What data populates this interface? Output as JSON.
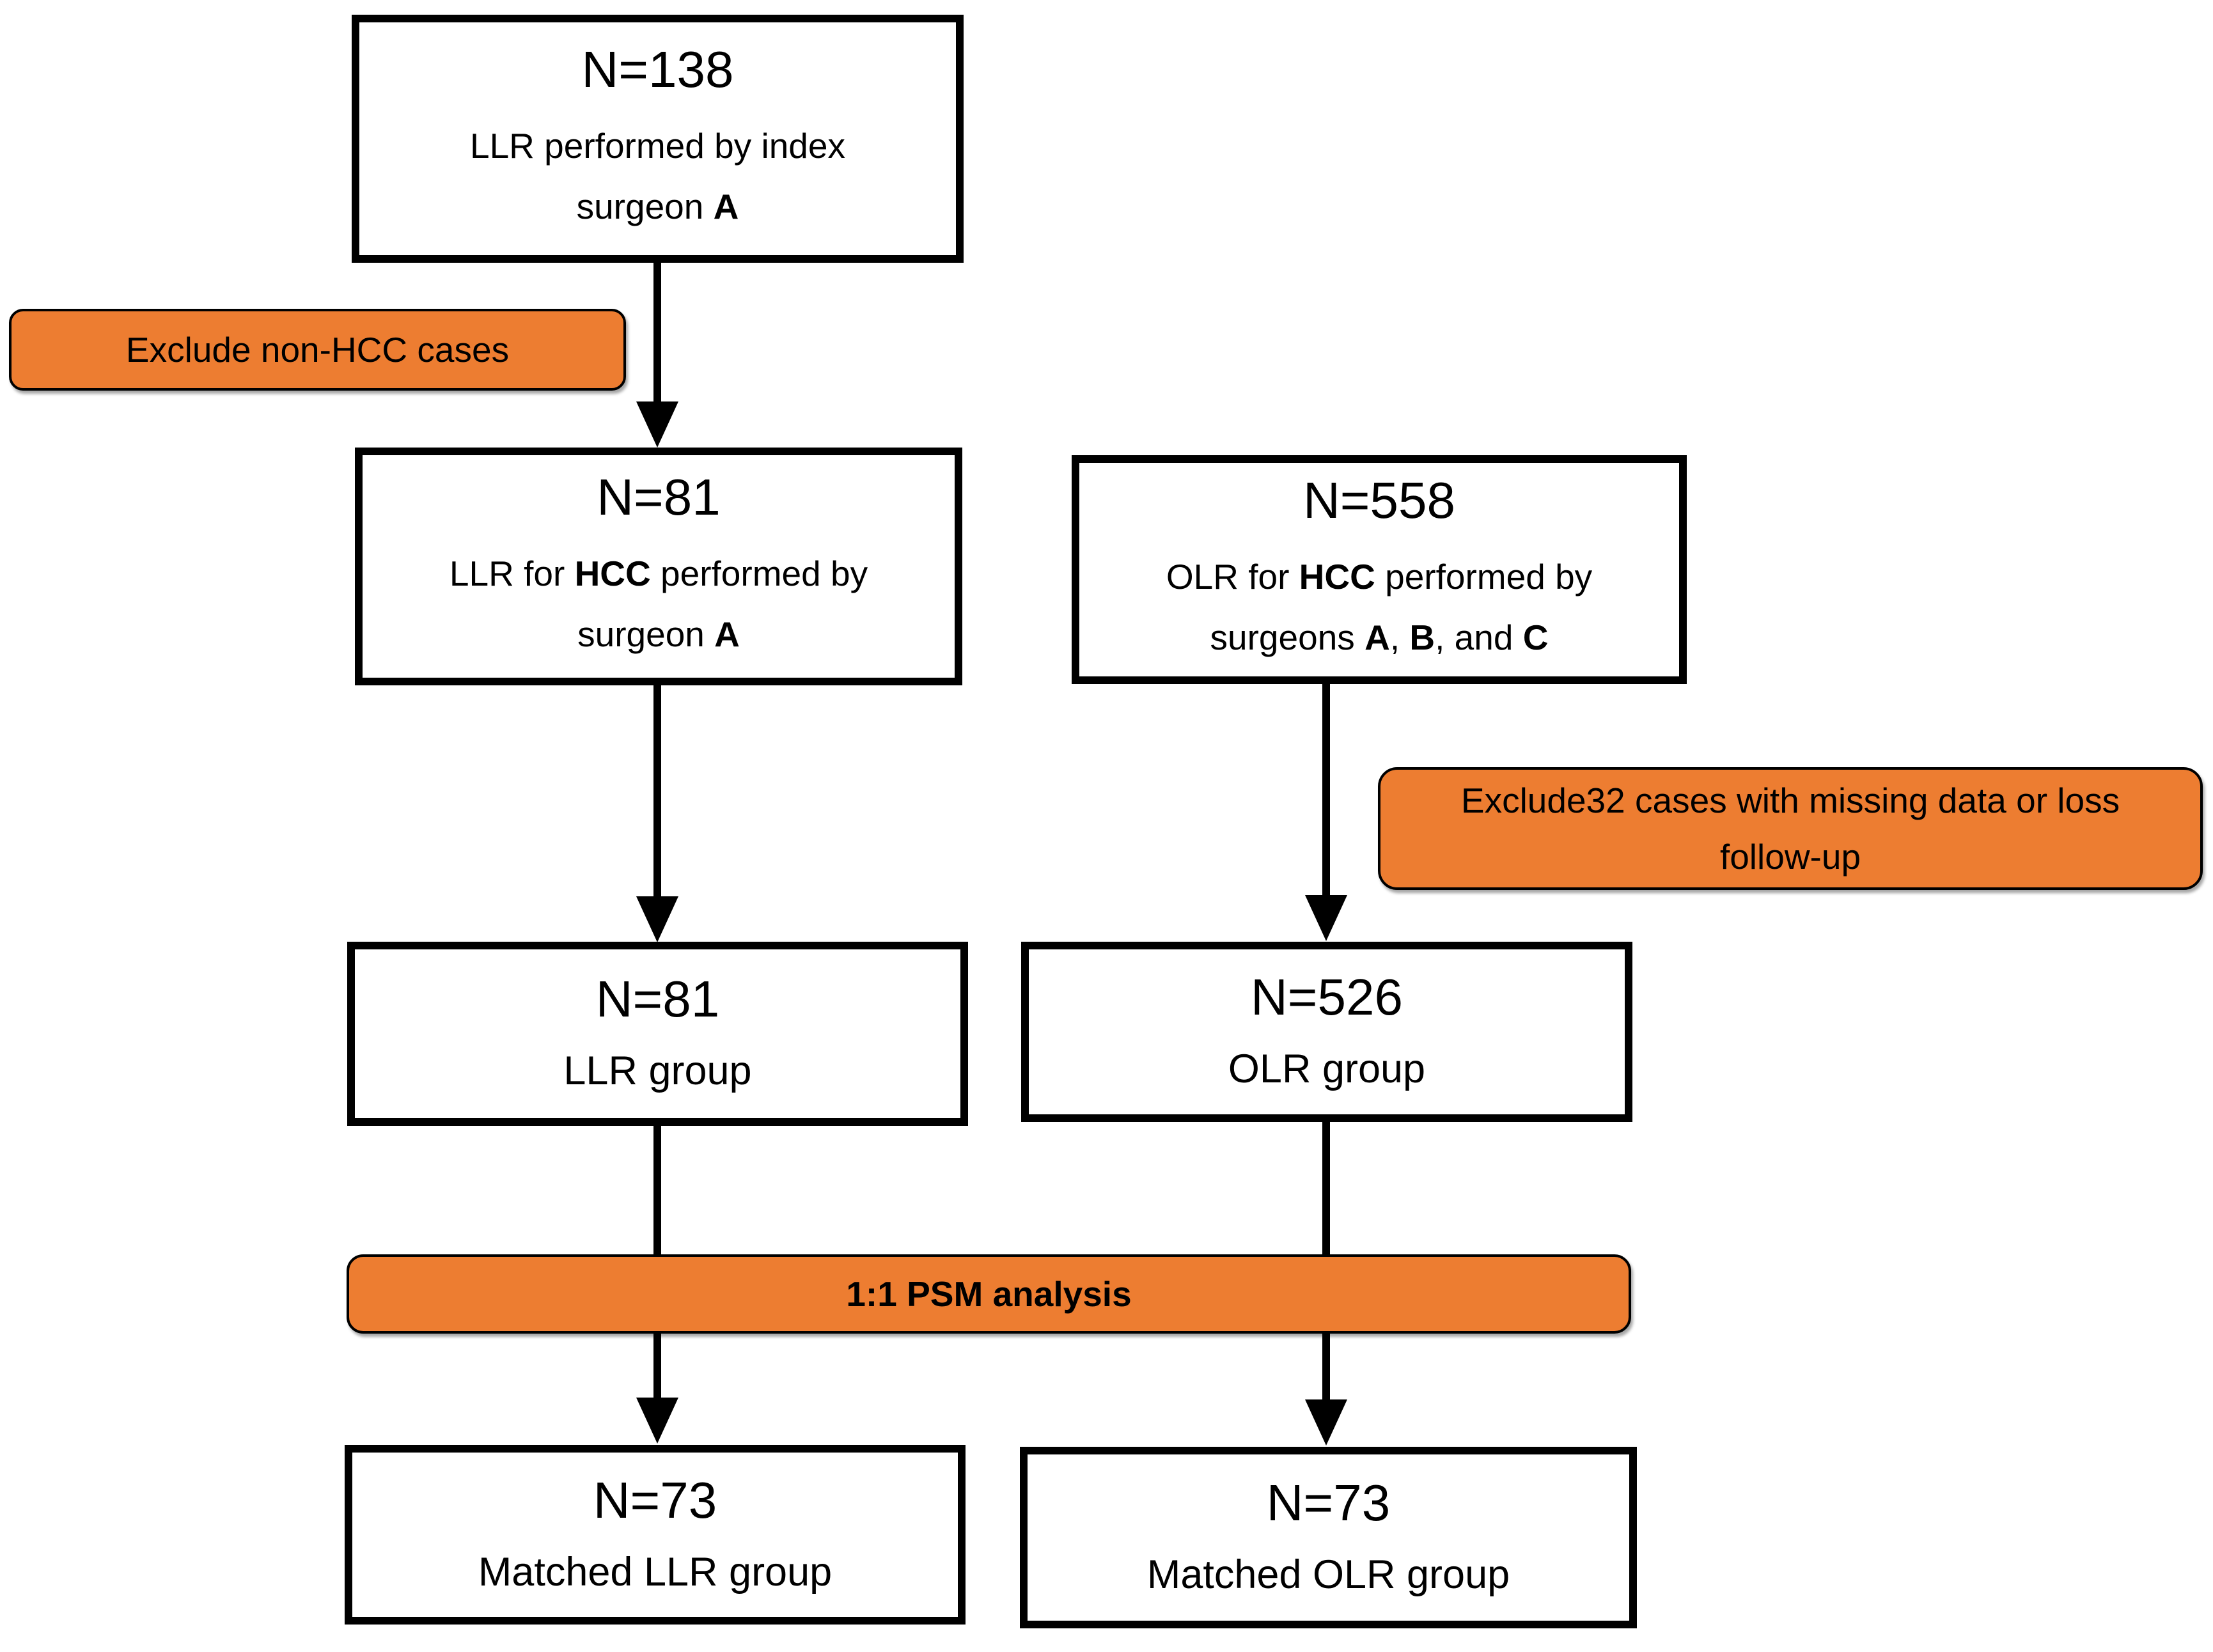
{
  "figure": {
    "kind": "study-selection-flowchart",
    "background": "#ffffff"
  },
  "colors": {
    "accent_orange": "#ED7D31",
    "box_border": "#000000",
    "text": "#000000"
  },
  "nodes": {
    "initial_llr": {
      "n": "N=138",
      "line1": "LLR performed by index",
      "line2_pre": "surgeon ",
      "line2_bold": "A"
    },
    "exclude_non_hcc": {
      "label": "Exclude non-HCC cases"
    },
    "llr_hcc": {
      "n": "N=81",
      "line1_pre": "LLR for ",
      "line1_bold": "HCC",
      "line1_post": " performed by",
      "line2_pre": "surgeon ",
      "line2_bold": "A"
    },
    "olr_hcc": {
      "n": "N=558",
      "line1_pre": "OLR for ",
      "line1_bold": "HCC",
      "line1_post": " performed by",
      "line2_pre": "surgeons ",
      "line2_bold_a": "A",
      "line2_sep1": ", ",
      "line2_bold_b": "B",
      "line2_sep2": ", and ",
      "line2_bold_c": "C"
    },
    "exclude_missing": {
      "line1": "Exclude32 cases with missing data or loss",
      "line2": "follow-up"
    },
    "llr_group": {
      "n": "N=81",
      "label": "LLR group"
    },
    "olr_group": {
      "n": "N=526",
      "label": "OLR group"
    },
    "psm": {
      "label": "1:1 PSM analysis"
    },
    "matched_llr": {
      "n": "N=73",
      "label": "Matched LLR group"
    },
    "matched_olr": {
      "n": "N=73",
      "label": "Matched OLR group"
    }
  },
  "edges": [
    {
      "from": "initial_llr",
      "to": "llr_hcc",
      "via": "exclude_non_hcc"
    },
    {
      "from": "llr_hcc",
      "to": "llr_group"
    },
    {
      "from": "olr_hcc",
      "to": "olr_group",
      "via": "exclude_missing"
    },
    {
      "from": "llr_group",
      "to": "matched_llr",
      "via": "psm"
    },
    {
      "from": "olr_group",
      "to": "matched_olr",
      "via": "psm"
    }
  ]
}
